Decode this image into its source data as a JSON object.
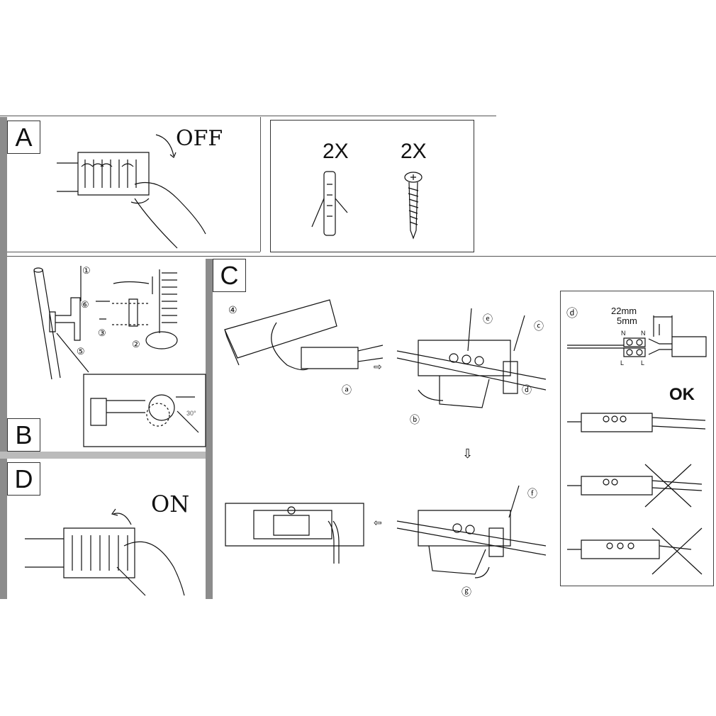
{
  "panels": {
    "a": {
      "label": "A",
      "action": "OFF"
    },
    "parts": {
      "anchor_qty": "2X",
      "screw_qty": "2X"
    },
    "b": {
      "label": "B",
      "steps": [
        "①",
        "②",
        "③",
        "⑤",
        "⑥"
      ],
      "angle": "30°"
    },
    "c": {
      "label": "C",
      "step": "④",
      "sub_steps": {
        "a": "ⓐ",
        "b": "ⓑ",
        "c": "ⓒ",
        "d": "ⓓ",
        "e": "ⓔ",
        "f": "ⓕ",
        "g": "ⓖ"
      }
    },
    "d": {
      "label": "D",
      "action": "ON"
    },
    "detail": {
      "label": "ⓓ",
      "strip_long": "22mm",
      "strip_short": "5mm",
      "n1": "N",
      "n2": "N",
      "l1": "L",
      "l2": "L",
      "ok": "OK"
    }
  }
}
